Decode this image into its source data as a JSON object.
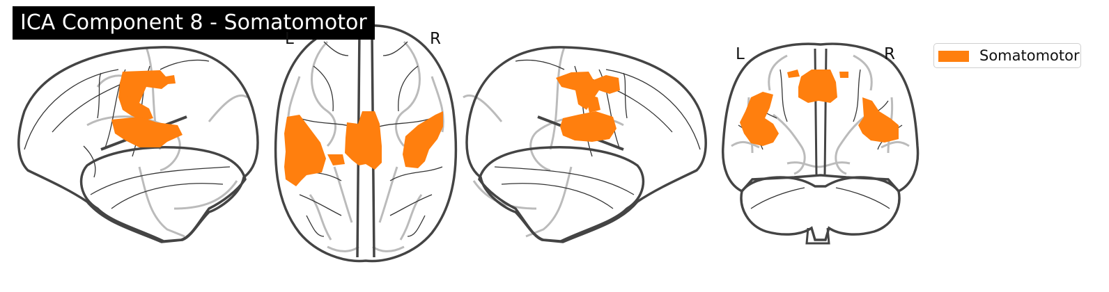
{
  "title": "ICA Component 8 - Somatomotor",
  "orientation_labels": {
    "axial_left": "L",
    "axial_right": "R",
    "coronal_left": "L",
    "coronal_right": "R"
  },
  "legend": {
    "label": "Somatomotor",
    "color": "#ff7f0e"
  },
  "colors": {
    "outline": "#444444",
    "inner_gyri": "#bbbbbb",
    "sulci": "#333333",
    "activation": "#ff7f0e"
  },
  "views": [
    "sagittal-left",
    "axial",
    "sagittal-right",
    "coronal"
  ]
}
